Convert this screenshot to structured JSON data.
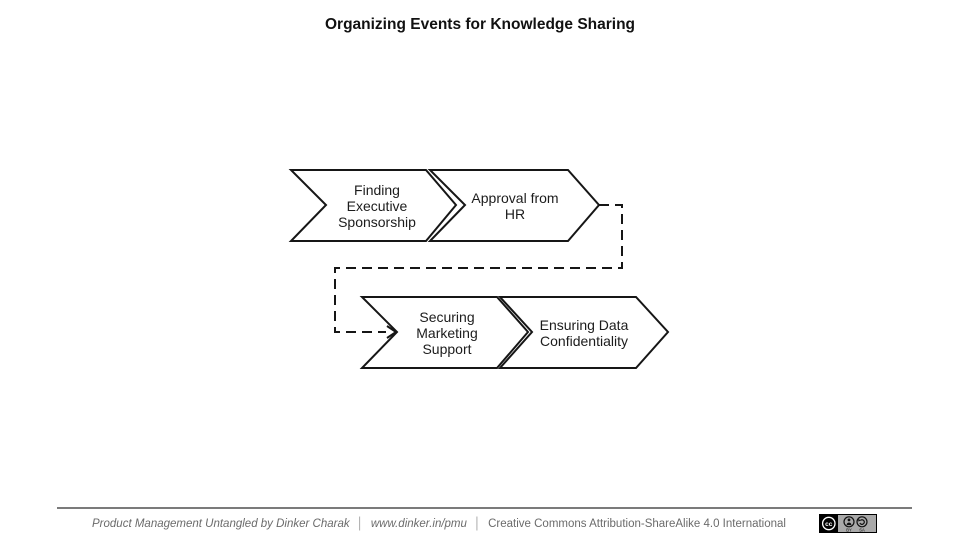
{
  "title": "Organizing Events for Knowledge Sharing",
  "diagram": {
    "steps": [
      {
        "label": "Finding\nExecutive\nSponsorship"
      },
      {
        "label": "Approval from\nHR"
      },
      {
        "label": "Securing\nMarketing\nSupport"
      },
      {
        "label": "Ensuring Data\nConfidentiality"
      }
    ],
    "connector": {
      "style": "dashed",
      "from": "Approval from HR",
      "to": "Securing Marketing Support"
    },
    "shape_fill": "#ffffff",
    "shape_stroke": "#161616"
  },
  "footer": {
    "credit": "Product Management Untangled by Dinker Charak",
    "url": "www.dinker.in/pmu",
    "license": "Creative Commons Attribution-ShareAlike 4.0 International",
    "separator": "│",
    "badge": {
      "cc": "cc",
      "by": "BY",
      "sa": "SA"
    }
  }
}
